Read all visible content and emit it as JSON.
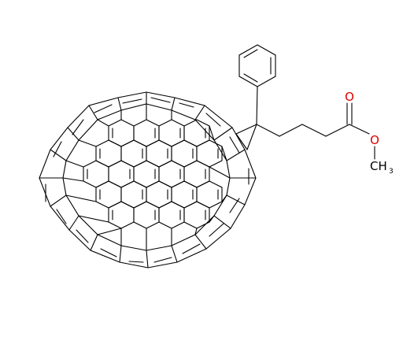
{
  "molecule": {
    "colors": {
      "bond": "#000000",
      "oxygen": "#e00000",
      "carbon": "#000000"
    },
    "labels": {
      "carbonyl_oxygen": "O",
      "ester_oxygen": "O",
      "methyl_c": "CH",
      "methyl_sub": "3"
    }
  }
}
